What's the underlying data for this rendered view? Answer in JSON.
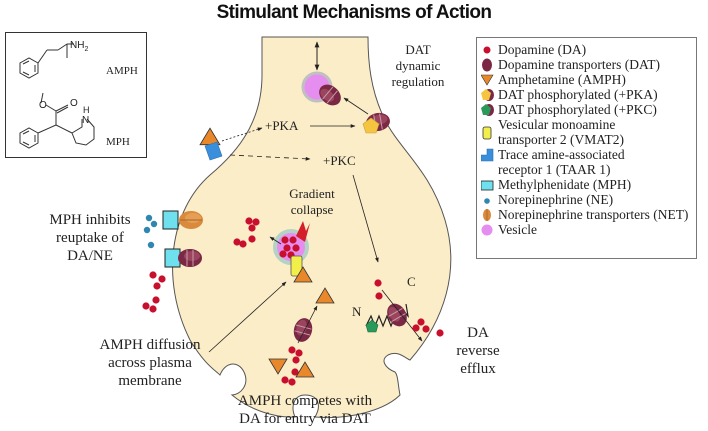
{
  "title": "Stimulant Mechanisms of Action",
  "structures": {
    "amph_label": "AMPH",
    "mph_label": "MPH",
    "amine_group": "NH",
    "amine_subscript": "2",
    "ring_nitrogen": "N",
    "ring_hydrogen": "H",
    "carbonyl_oxygen": "O",
    "ester_oxygen": "O"
  },
  "legend": {
    "items": [
      {
        "icon": "dopamine-dot",
        "label": "Dopamine (DA)",
        "color": "#c8102e"
      },
      {
        "icon": "dat-transporter",
        "label": "Dopamine transporters (DAT)",
        "color": "#7a2843"
      },
      {
        "icon": "amphetamine-triangle",
        "label": "Amphetamine (AMPH)",
        "color": "#e8882a"
      },
      {
        "icon": "pka-pentagon",
        "label": "DAT phosphorylated (+PKA)",
        "color": "#f5c542"
      },
      {
        "icon": "pkc-pentagon",
        "label": "DAT phosphorylated (+PKC)",
        "color": "#2a9a5a"
      },
      {
        "icon": "vmat2-cylinder",
        "label": "Vesicular monoamine",
        "label2": "transporter 2 (VMAT2)",
        "color": "#f2ee4a"
      },
      {
        "icon": "taar1-receptor",
        "label": "Trace amine-associated",
        "label2": "receptor 1 (TAAR 1)",
        "color": "#3a8fdc"
      },
      {
        "icon": "mph-square",
        "label": "Methylphenidate (MPH)",
        "color": "#6fe0ee"
      },
      {
        "icon": "norepinephrine-dot",
        "label": "Norepinephrine (NE)",
        "color": "#2f86b0"
      },
      {
        "icon": "net-transporter",
        "label": "Norepinephrine transporters (NET)",
        "color": "#d98a3c"
      },
      {
        "icon": "vesicle-circle",
        "label": "Vesicle",
        "color": "#e58ef0"
      }
    ]
  },
  "annotations": {
    "dat_dynamic": [
      "DAT",
      "dynamic",
      "regulation"
    ],
    "pka": "+PKA",
    "pkc": "+PKC",
    "gradient": [
      "Gradient",
      "collapse"
    ],
    "mph_inhibits": [
      "MPH inhibits",
      "reuptake of",
      "DA/NE"
    ],
    "amph_diffusion": [
      "AMPH diffusion",
      "across plasma",
      "membrane"
    ],
    "amph_competes": [
      "AMPH competes with",
      "DA for entry via DAT"
    ],
    "da_efflux": [
      "DA",
      "reverse",
      "efflux"
    ],
    "n_terminus": "N",
    "c_terminus": "C"
  },
  "colors": {
    "neuron_fill": "#fbedc8",
    "neuron_stroke": "#555555",
    "dopamine": "#c8102e",
    "dat": "#7a2843",
    "amph": "#e8882a",
    "vesicle": "#e58ef0",
    "vesicle_ring": "#b5d3c4"
  }
}
